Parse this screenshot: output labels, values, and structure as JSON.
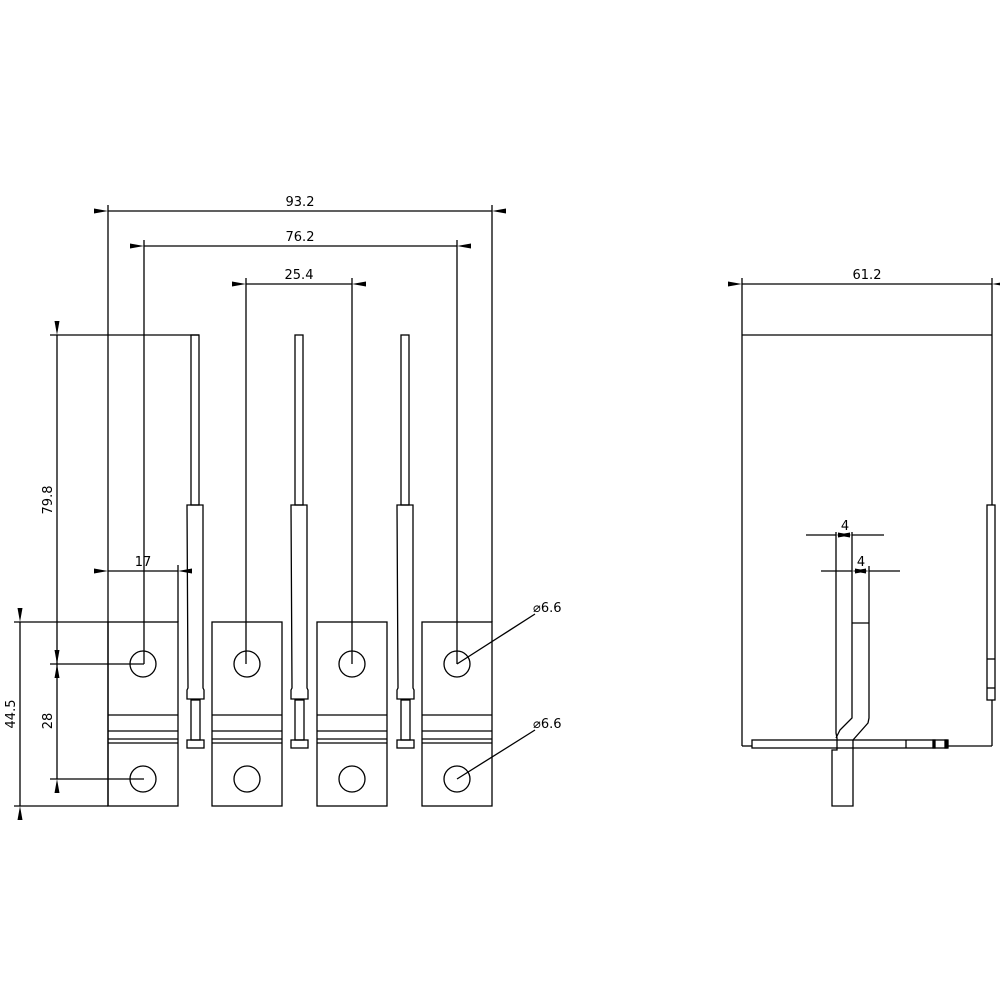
{
  "front_view": {
    "dim_overall_width": "93.2",
    "dim_outer_hole_pitch": "76.2",
    "dim_hole_pitch": "25.4",
    "dim_height": "79.8",
    "dim_block_width": "17",
    "dim_block_height": "44.5",
    "dim_hole_spacing": "28",
    "hole_diameter_top": "⌀6.6",
    "hole_diameter_bottom": "⌀6.6"
  },
  "side_view": {
    "dim_depth": "61.2",
    "dim_strip_thickness_1": "4",
    "dim_strip_thickness_2": "4"
  },
  "colors": {
    "line": "#000000",
    "background": "#ffffff"
  }
}
